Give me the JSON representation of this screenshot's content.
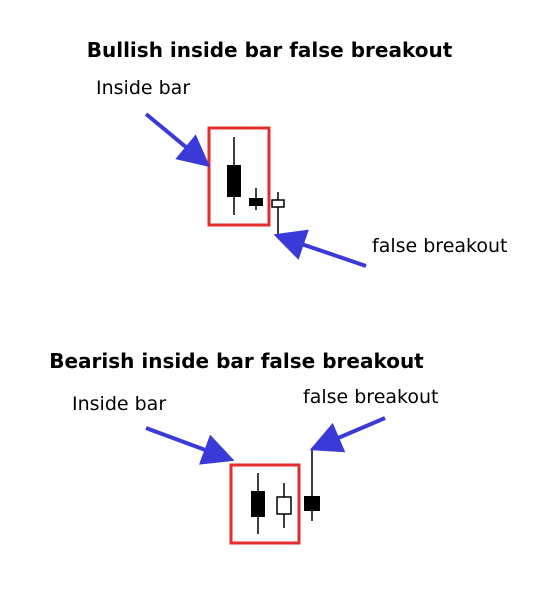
{
  "diagram_1": {
    "title": "Bullish inside bar false breakout",
    "label_inside_bar": "Inside bar",
    "label_false_breakout": "false breakout"
  },
  "diagram_2": {
    "title": "Bearish inside bar false breakout",
    "label_inside_bar": "Inside bar",
    "label_false_breakout": "false breakout"
  },
  "colors": {
    "highlight_box": "#e52b2b",
    "arrow": "#3a3ad8",
    "candle": "#000000",
    "background": "#ffffff"
  }
}
